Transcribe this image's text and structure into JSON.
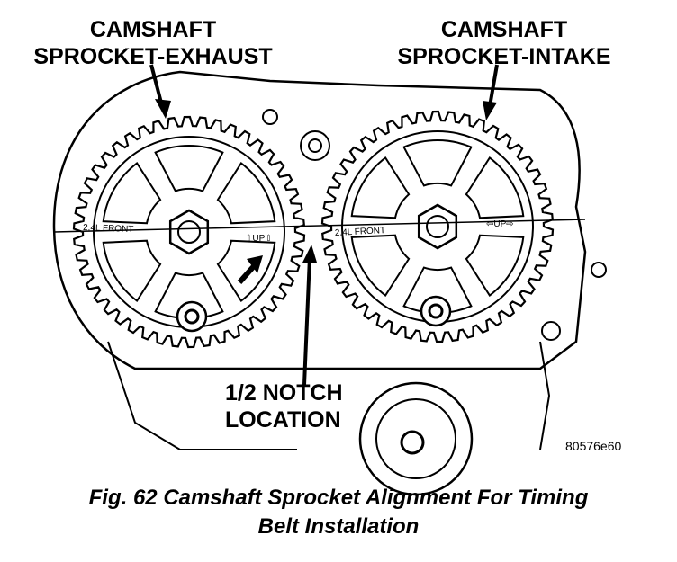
{
  "labels": {
    "exhaust_line1": "CAMSHAFT",
    "exhaust_line2": "SPROCKET-EXHAUST",
    "intake_line1": "CAMSHAFT",
    "intake_line2": "SPROCKET-INTAKE",
    "notch_line1": "1/2 NOTCH",
    "notch_line2": "LOCATION"
  },
  "sprocket_marks": {
    "exhaust_front": "2.4L FRONT",
    "exhaust_up": "⇧UP⇧",
    "intake_front": "2.4L FRONT",
    "intake_up": "⇦UP⇨"
  },
  "figure_code": "80576e60",
  "caption": {
    "line1": "Fig. 62 Camshaft Sprocket Alignment For Timing",
    "line2": "Belt Installation"
  }
}
